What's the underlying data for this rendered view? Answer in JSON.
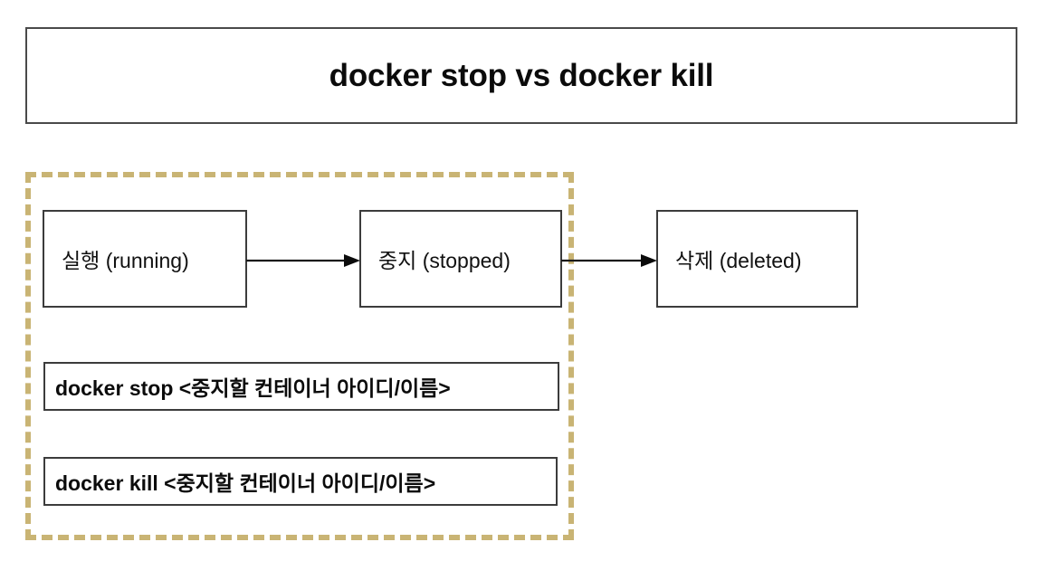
{
  "title": {
    "text": "docker stop vs docker kill"
  },
  "highlight_group": {
    "name": "dashed-highlight-region",
    "border_color": "#c9b474",
    "border_style": "dashed"
  },
  "flow": {
    "states": [
      {
        "id": "running",
        "label": "실행 (running)"
      },
      {
        "id": "stopped",
        "label": "중지 (stopped)"
      },
      {
        "id": "deleted",
        "label": "삭제 (deleted)"
      }
    ],
    "arrows": [
      {
        "id": "running-to-stopped",
        "from": "running",
        "to": "stopped"
      },
      {
        "id": "stopped-to-deleted",
        "from": "stopped",
        "to": "deleted"
      }
    ]
  },
  "commands": [
    {
      "id": "docker-stop",
      "text": "docker stop <중지할 컨테이너 아이디/이름>"
    },
    {
      "id": "docker-kill",
      "text": "docker kill <중지할 컨테이너 아이디/이름>"
    }
  ],
  "colors": {
    "box_border": "#3c3c3c",
    "title_border": "#4a4a4a",
    "accent_dashed": "#c9b474",
    "text": "#111111",
    "background": "#ffffff"
  }
}
